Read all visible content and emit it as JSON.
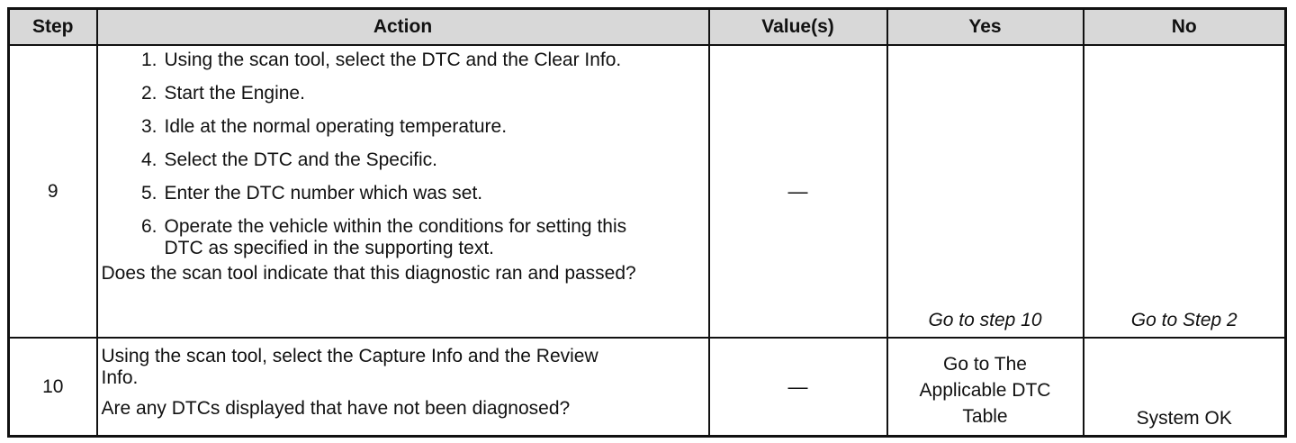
{
  "headers": {
    "step": "Step",
    "action": "Action",
    "values": "Value(s)",
    "yes": "Yes",
    "no": "No"
  },
  "rows": [
    {
      "step": "9",
      "actions": [
        {
          "num": "1.",
          "text": "Using the scan tool, select the DTC and the Clear Info."
        },
        {
          "num": "2.",
          "text": "Start the Engine."
        },
        {
          "num": "3.",
          "text": "Idle at the normal operating temperature."
        },
        {
          "num": "4.",
          "text": "Select the DTC and the Specific."
        },
        {
          "num": "5.",
          "text": "Enter the DTC number which was set."
        },
        {
          "num": "6.",
          "text": "Operate the vehicle within the conditions for setting this DTC as specified in the supporting text."
        }
      ],
      "question": "Does the scan tool indicate that this diagnostic ran and passed?",
      "value": "—",
      "yes": "Go to step 10",
      "no": "Go to Step 2"
    },
    {
      "step": "10",
      "action_text": "Using the scan tool, select the Capture Info and the Review Info.",
      "question": "Are any DTCs displayed that have not been diagnosed?",
      "value": "—",
      "yes_lines": [
        "Go to The",
        "Applicable DTC",
        "Table"
      ],
      "no": "System OK"
    }
  ]
}
